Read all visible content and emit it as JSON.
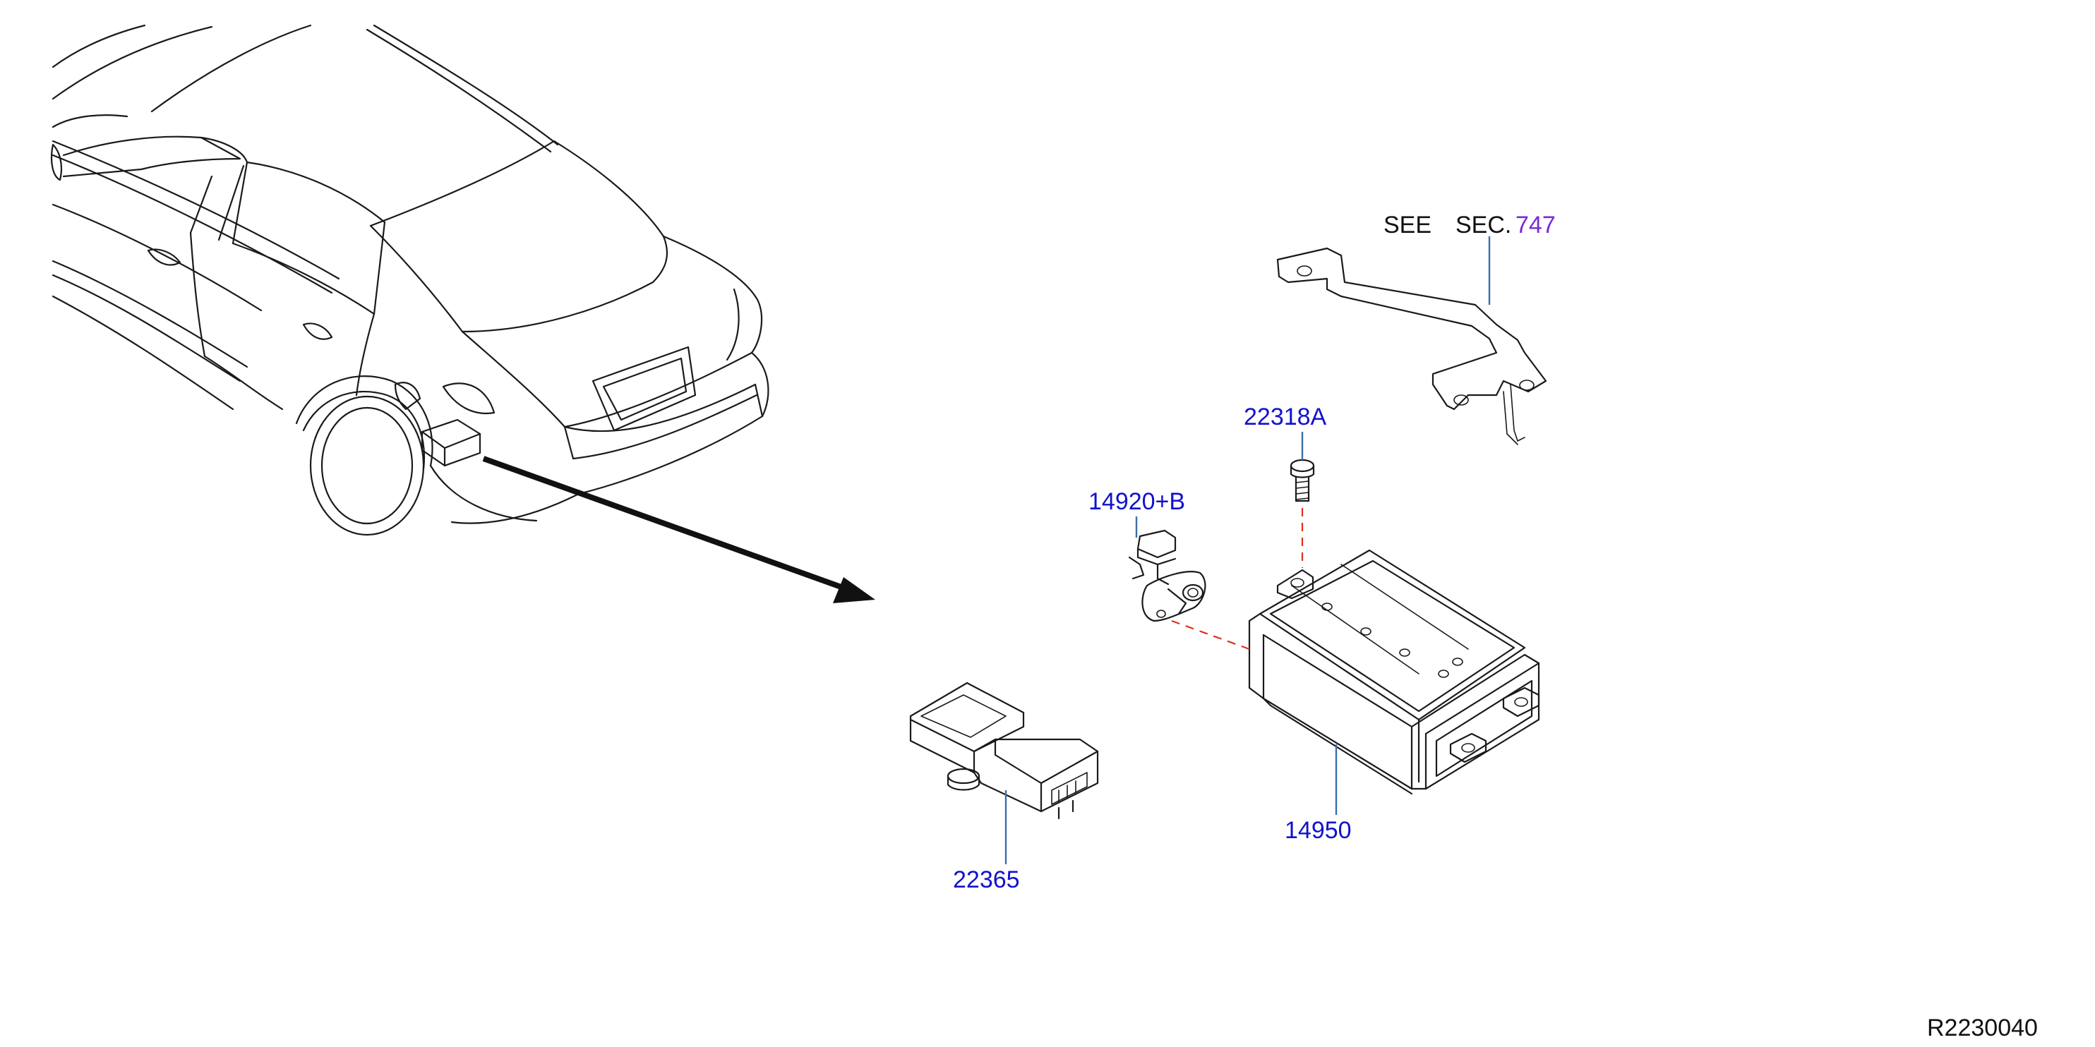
{
  "labels": {
    "canister": "14950",
    "bolt": "22318A",
    "valve": "14920+B",
    "sensor": "22365"
  },
  "reference": {
    "see": "SEE",
    "sec": "SEC.",
    "sec_number": "747"
  },
  "diagram_code": "R2230040",
  "colors": {
    "part_label": "#1212cc",
    "section_link": "#7a2bd6",
    "leader_line": "#3a6fa8",
    "dashed_guide": "#e0301e"
  }
}
